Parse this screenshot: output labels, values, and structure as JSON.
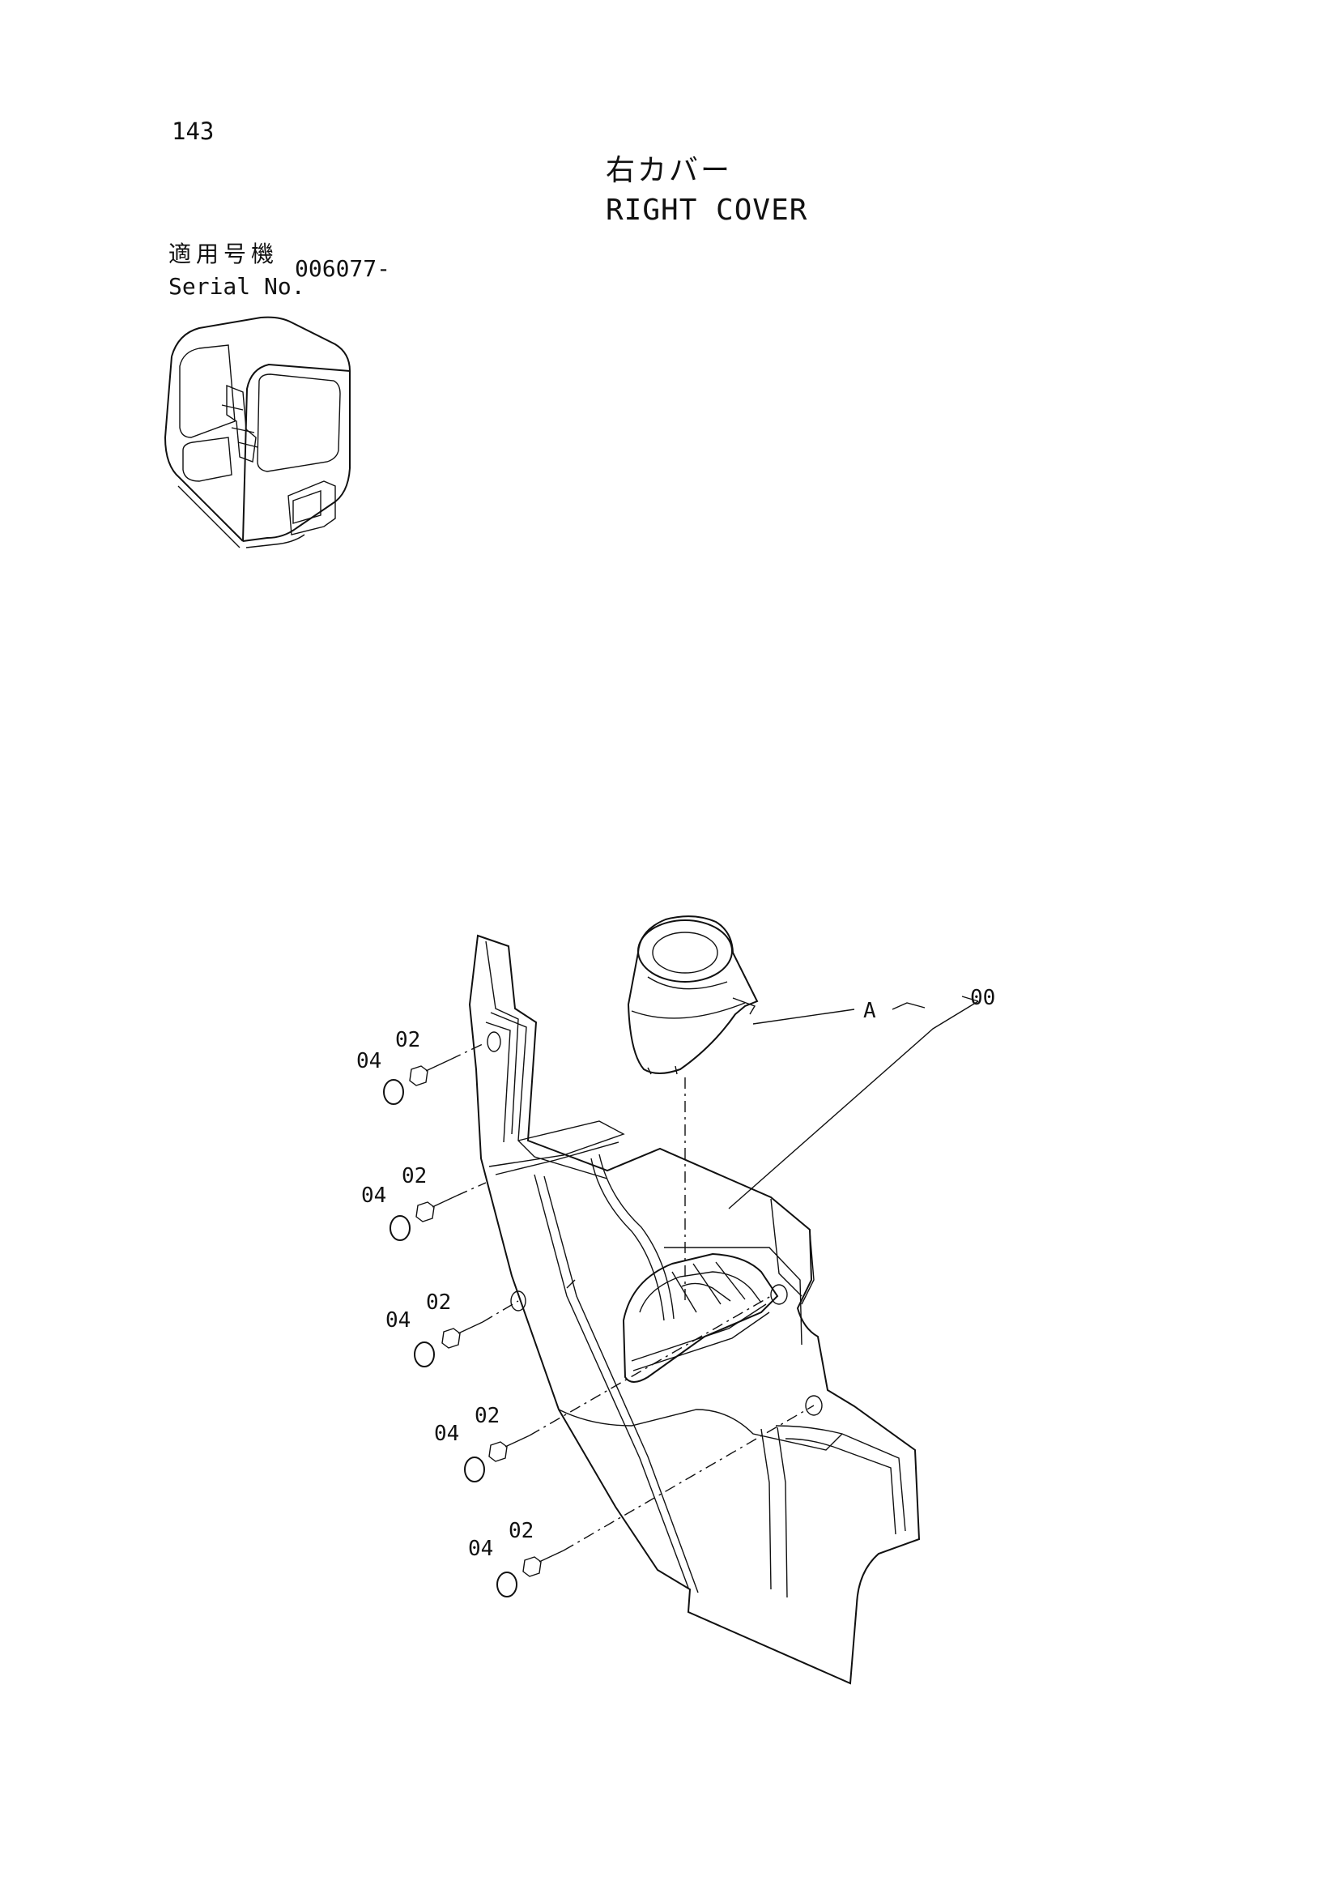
{
  "page": {
    "number": "143",
    "title_jp": "右カバー",
    "title_en": "RIGHT COVER"
  },
  "serial": {
    "label_jp": "適用号機",
    "label_en": "Serial No.",
    "value": "006077-"
  },
  "callouts": {
    "assembly": "00",
    "subassembly": "A",
    "screw": "02",
    "cap": "04"
  }
}
